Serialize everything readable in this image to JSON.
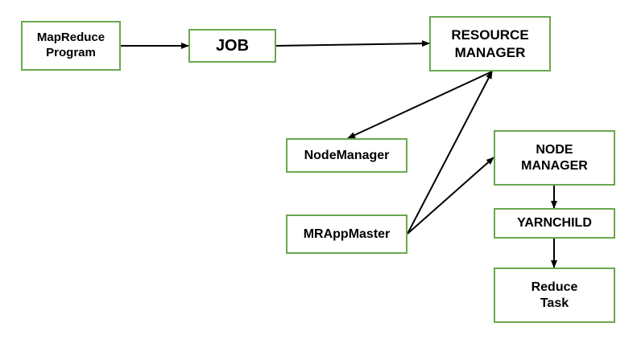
{
  "nodes": {
    "mapreduce_program": {
      "lines": [
        "MapReduce",
        "Program"
      ]
    },
    "job": {
      "lines": [
        "JOB"
      ]
    },
    "resource_manager": {
      "lines": [
        "RESOURCE",
        "MANAGER"
      ]
    },
    "nodemanager_left": {
      "lines": [
        "NodeManager"
      ]
    },
    "mrappmaster": {
      "lines": [
        "MRAppMaster"
      ]
    },
    "node_manager_right": {
      "lines": [
        "NODE",
        "MANAGER"
      ]
    },
    "yarnchild": {
      "lines": [
        "YARNCHILD"
      ]
    },
    "reduce_task": {
      "lines": [
        "Reduce",
        "Task"
      ]
    }
  },
  "edges": [
    {
      "from": "mapreduce_program",
      "to": "job"
    },
    {
      "from": "job",
      "to": "resource_manager"
    },
    {
      "from": "resource_manager",
      "to": "nodemanager_left"
    },
    {
      "from": "mrappmaster",
      "to": "resource_manager"
    },
    {
      "from": "mrappmaster",
      "to": "node_manager_right"
    },
    {
      "from": "node_manager_right",
      "to": "yarnchild"
    },
    {
      "from": "yarnchild",
      "to": "reduce_task"
    }
  ],
  "colors": {
    "box_border": "#6aa84f",
    "arrow": "#000000"
  }
}
